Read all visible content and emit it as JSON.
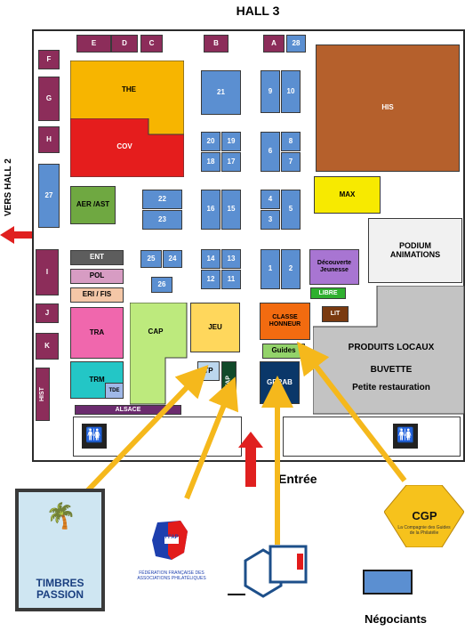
{
  "title": "HALL 3",
  "side_label": "VERS HALL 2",
  "entrance_label": "Entrée",
  "legend_label": "Négociants",
  "stands_purple": [
    "F",
    "G",
    "H",
    "I",
    "J",
    "K",
    "E",
    "D",
    "C",
    "B",
    "A"
  ],
  "stands_numbers": [
    "28",
    "21",
    "9",
    "10",
    "8",
    "7",
    "6",
    "5",
    "4",
    "3",
    "2",
    "1",
    "20",
    "19",
    "18",
    "17",
    "16",
    "15",
    "14",
    "13",
    "12",
    "11",
    "22",
    "23",
    "25",
    "24",
    "26",
    "27"
  ],
  "zones": {
    "the": "THE",
    "cov": "COV",
    "his": "HIS",
    "max": "MAX",
    "podium": "PODIUM ANIMATIONS",
    "aer": "AER /AST",
    "ent": "ENT",
    "pol": "POL",
    "eri": "ERI / FIS",
    "tra": "TRA",
    "cap": "CAP",
    "jeu": "JEU",
    "trm": "TRM",
    "tde": "TDE",
    "hist": "HIST",
    "alsace": "ALSACE",
    "tp": "TP",
    "ffap": "FFAP",
    "classe": "CLASSE HONNEUR",
    "guides": "Guides",
    "gprab": "GPRAB",
    "decouverte": "Découverte Jeunesse",
    "libre": "LIBRE",
    "lit": "LIT",
    "produits_1": "PRODUITS LOCAUX",
    "produits_2": "BUVETTE",
    "produits_3": "Petite restauration"
  },
  "logos": {
    "timbres_1": "TIMBRES",
    "timbres_2": "PASSION",
    "ffap_logo": "FÉDÉRATION FRANÇAISE DES ASSOCIATIONS PHILATÉLIQUES",
    "ffap_mark": "FFAP",
    "cgp": "CGP",
    "cgp_sub": "La Compagnie des Guides de la Philatélie"
  },
  "colors": {
    "negociant": "#5b8fd1",
    "purple": "#8c2d5a",
    "arrow_yellow": "#f5b81c",
    "arrow_red": "#e0201f"
  }
}
